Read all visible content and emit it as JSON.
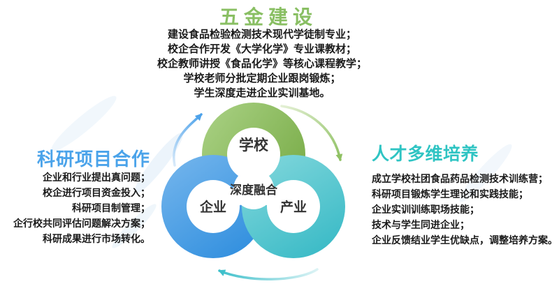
{
  "top_section": {
    "title": "五金建设",
    "title_color": "#89bf63",
    "lines": [
      "建设食品检验检测技术现代学徒制专业；",
      "校企合作开发《大学化学》专业课教材；",
      "校企教师讲授《食品化学》等核心课程教学；",
      "学校老师分批定期企业跟岗锻炼；",
      "学生深度走进企业实训基地。"
    ]
  },
  "left_section": {
    "title": "科研项目合作",
    "title_color": "#4aa3ea",
    "lines": [
      "企业和行业提出真问题；",
      "校企进行项目资金投入；",
      "科研项目制管理；",
      "企行校共同评估问题解决方案；",
      "科研成果进行市场转化。"
    ]
  },
  "right_section": {
    "title": "人才多维培养",
    "title_color": "#2fc4c3",
    "lines": [
      "成立学校社团食品药品检测技术训练营；",
      "科研项目锻炼学生理论和实践技能；",
      "企业实训训练职场技能；",
      "技术与学生同进企业；",
      "企业反馈结业学生优缺点，调整培养方案。"
    ]
  },
  "diagram": {
    "center_label": "深度融合",
    "label_color": "#333333",
    "nodes": [
      {
        "id": "school",
        "label": "学校",
        "color_start": "#abd286",
        "color_end": "#7aad49"
      },
      {
        "id": "enterprise",
        "label": "企业",
        "color_start": "#72b4ec",
        "color_end": "#2f8ede"
      },
      {
        "id": "industry",
        "label": "产业",
        "color_start": "#7fd6db",
        "color_end": "#39bac6"
      }
    ],
    "arrows": [
      {
        "id": "school-to-industry",
        "color": "#8fc162",
        "tail_color": "#e4f0d5"
      },
      {
        "id": "enterprise-to-school",
        "color": "#4da2ea",
        "tail_color": "#d9eafa"
      },
      {
        "id": "industry-to-enterprise",
        "color": "#3fc0cb",
        "tail_color": "#dcf3f5"
      }
    ]
  }
}
